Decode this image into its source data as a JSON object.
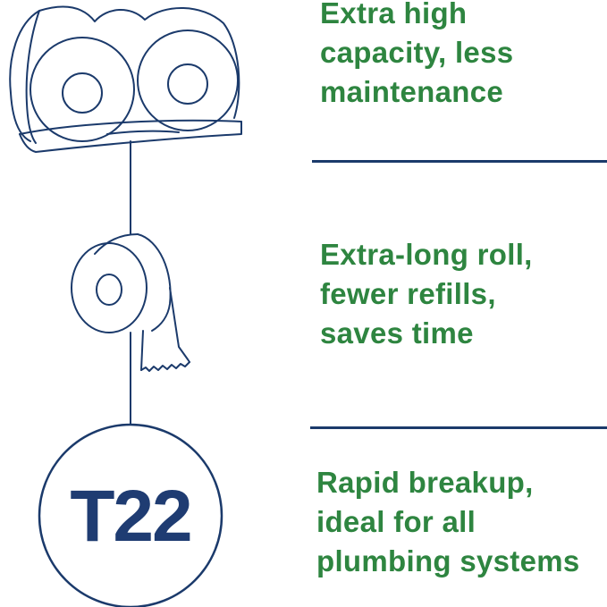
{
  "colors": {
    "text_green": "#2e8540",
    "line_navy": "#1b3a6b",
    "badge_navy": "#1f3c72"
  },
  "features": [
    {
      "text": "Extra high\ncapacity, less\nmaintenance"
    },
    {
      "text": "Extra-long roll,\nfewer refills,\nsaves time"
    },
    {
      "text": "Rapid breakup,\nideal for all\nplumbing systems"
    }
  ],
  "badge": {
    "label": "T22"
  },
  "icons": [
    "twin-roll-dispenser-icon",
    "toilet-roll-icon"
  ]
}
